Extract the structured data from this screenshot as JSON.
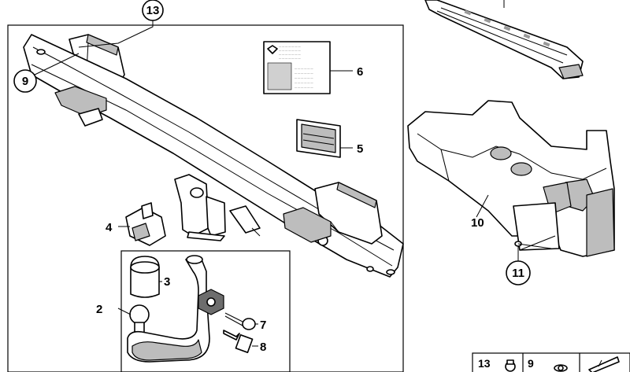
{
  "callouts": {
    "c13_top": "13",
    "c9": "9",
    "c6": "6",
    "c5": "5",
    "c4": "4",
    "c3": "3",
    "c2": "2",
    "c7": "7",
    "c8": "8",
    "c10": "10",
    "c11": "11",
    "c13_box": "13",
    "c9_box": "9"
  }
}
